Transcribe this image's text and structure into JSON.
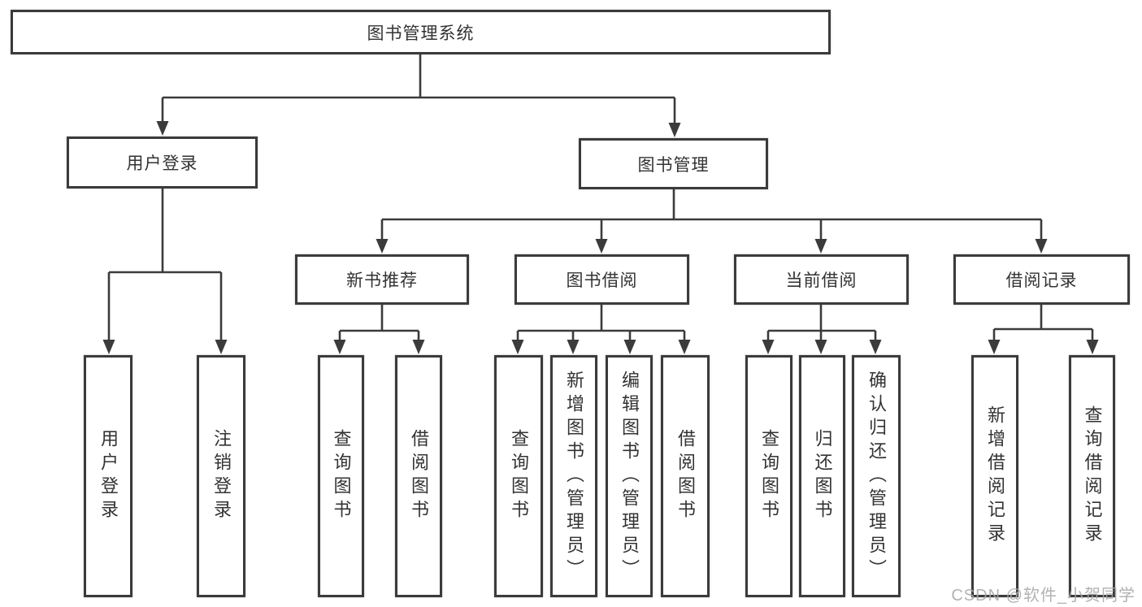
{
  "nodes": {
    "root": "图书管理系统",
    "level2": {
      "user_login": "用户登录",
      "book_mgmt": "图书管理"
    },
    "level3": {
      "new_book": "新书推荐",
      "book_borrow": "图书借阅",
      "current_borrow": "当前借阅",
      "borrow_record": "借阅记录"
    },
    "leaves": {
      "user_login": [
        "用户登录",
        "注销登录"
      ],
      "new_book": [
        "查询图书",
        "借阅图书"
      ],
      "book_borrow": [
        "查询图书",
        "新增图书（管理员）",
        "编辑图书（管理员）",
        "借阅图书"
      ],
      "current_borrow": [
        "查询图书",
        "归还图书",
        "确认归还（管理员）"
      ],
      "borrow_record": [
        "新增借阅记录",
        "查询借阅记录"
      ]
    }
  },
  "watermark": "CSDN @软件_小贺同学",
  "colors": {
    "line": "#3b3b3b",
    "text": "#333333",
    "watermark": "#aaaaaa",
    "background": "#ffffff"
  }
}
